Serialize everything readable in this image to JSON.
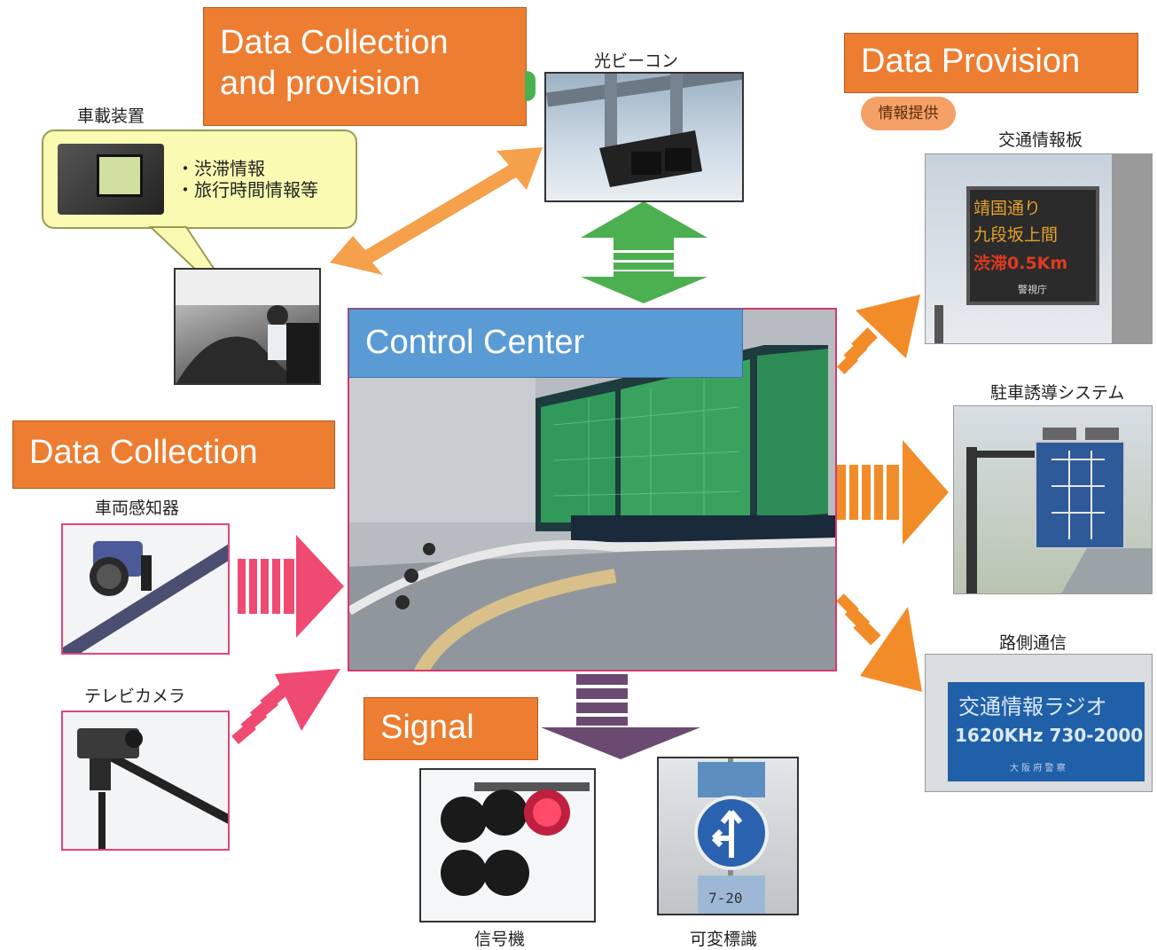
{
  "labels": {
    "data_collection_provision_line1": "Data Collection",
    "data_collection_provision_line2": "and provision",
    "data_provision": "Data Provision",
    "control_center": "Control Center",
    "data_collection": "Data Collection",
    "signal": "Signal"
  },
  "jp_labels": {
    "in_vehicle_device": "車載装置",
    "optical_beacon": "光ビーコン",
    "info_provision_pill": "情報提供",
    "traffic_info_board": "交通情報板",
    "parking_guidance": "駐車誘導システム",
    "roadside_comm": "路側通信",
    "vehicle_detector": "車両感知器",
    "tv_camera": "テレビカメラ",
    "signal_device": "信号機",
    "variable_sign": "可変標識"
  },
  "callout": {
    "line1": "・渋滞情報",
    "line2": "・旅行時間情報等"
  },
  "signs": {
    "board_line1": "靖国通り",
    "board_line2": "九段坂上間",
    "board_line3": "渋滞0.5Km",
    "board_footer": "警視庁",
    "radio_line1": "交通情報ラジオ",
    "radio_line2": "1620KHz 730-2000",
    "radio_line3": "大 阪 府 警 察",
    "variable_plate": "7-20"
  },
  "colors": {
    "orange_label": "#ed7d31",
    "blue_label": "#5b9bd5",
    "orange_arrow": "#f28c28",
    "green_arrow": "#4caf50",
    "pink_arrow": "#ef4a72",
    "purple_arrow": "#6b4a72"
  }
}
